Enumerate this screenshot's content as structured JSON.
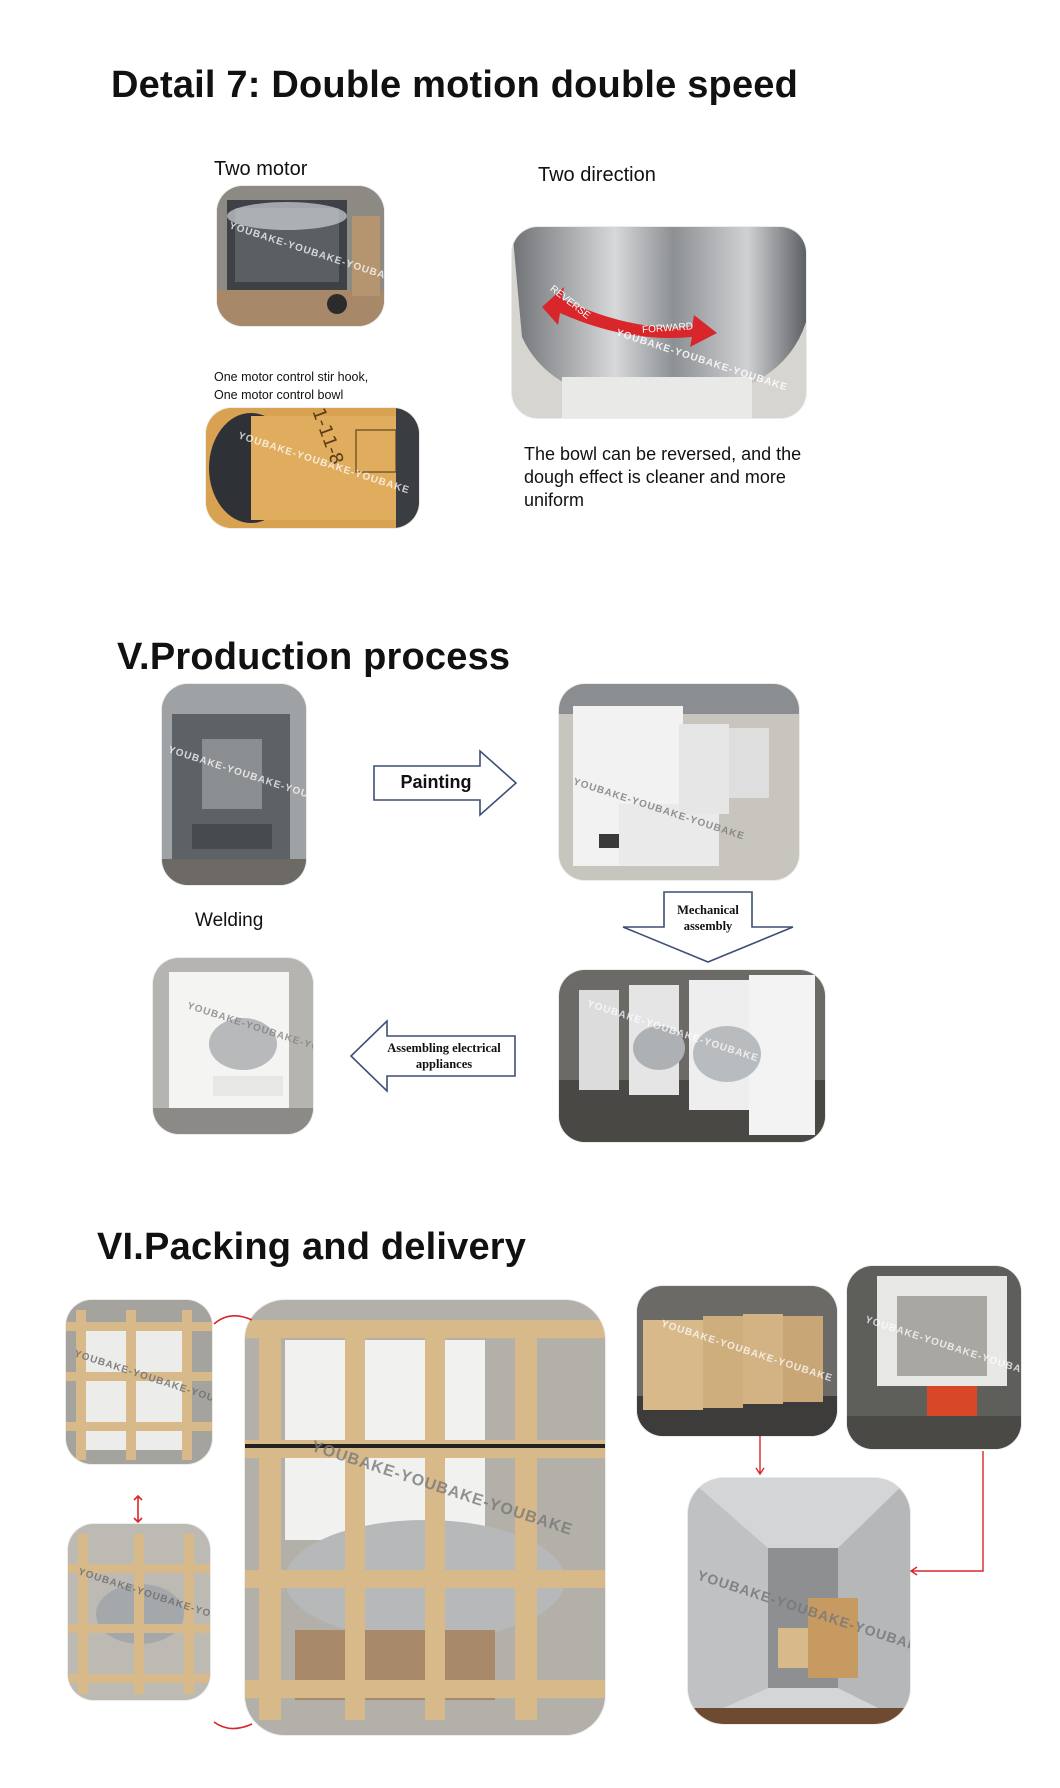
{
  "section7": {
    "title": "Detail 7: Double motion double speed",
    "two_motor_label": "Two motor",
    "two_direction_label": "Two direction",
    "motor_caption_line1": "One motor control stir hook,",
    "motor_caption_line2": "One motor control bowl",
    "bowl_reverse_text": "REVERSE",
    "bowl_forward_text": "FORWARD",
    "bowl_description": "The bowl can be reversed, and the dough effect is cleaner and more uniform",
    "box_marking": "1-11-8"
  },
  "section5": {
    "title": "V.Production process",
    "painting_label": "Painting",
    "welding_label": "Welding",
    "mechanical_line1": "Mechanical",
    "mechanical_line2": "assembly",
    "electrical_line1": "Assembling electrical",
    "electrical_line2": "appliances"
  },
  "section6": {
    "title": "VI.Packing and delivery"
  },
  "watermark": "YOUBAKE-YOUBAKE-YOUBAKE",
  "colors": {
    "accent_red": "#d8262b",
    "arrow_outline": "#3d4f74",
    "wood": "#d8b98a"
  }
}
